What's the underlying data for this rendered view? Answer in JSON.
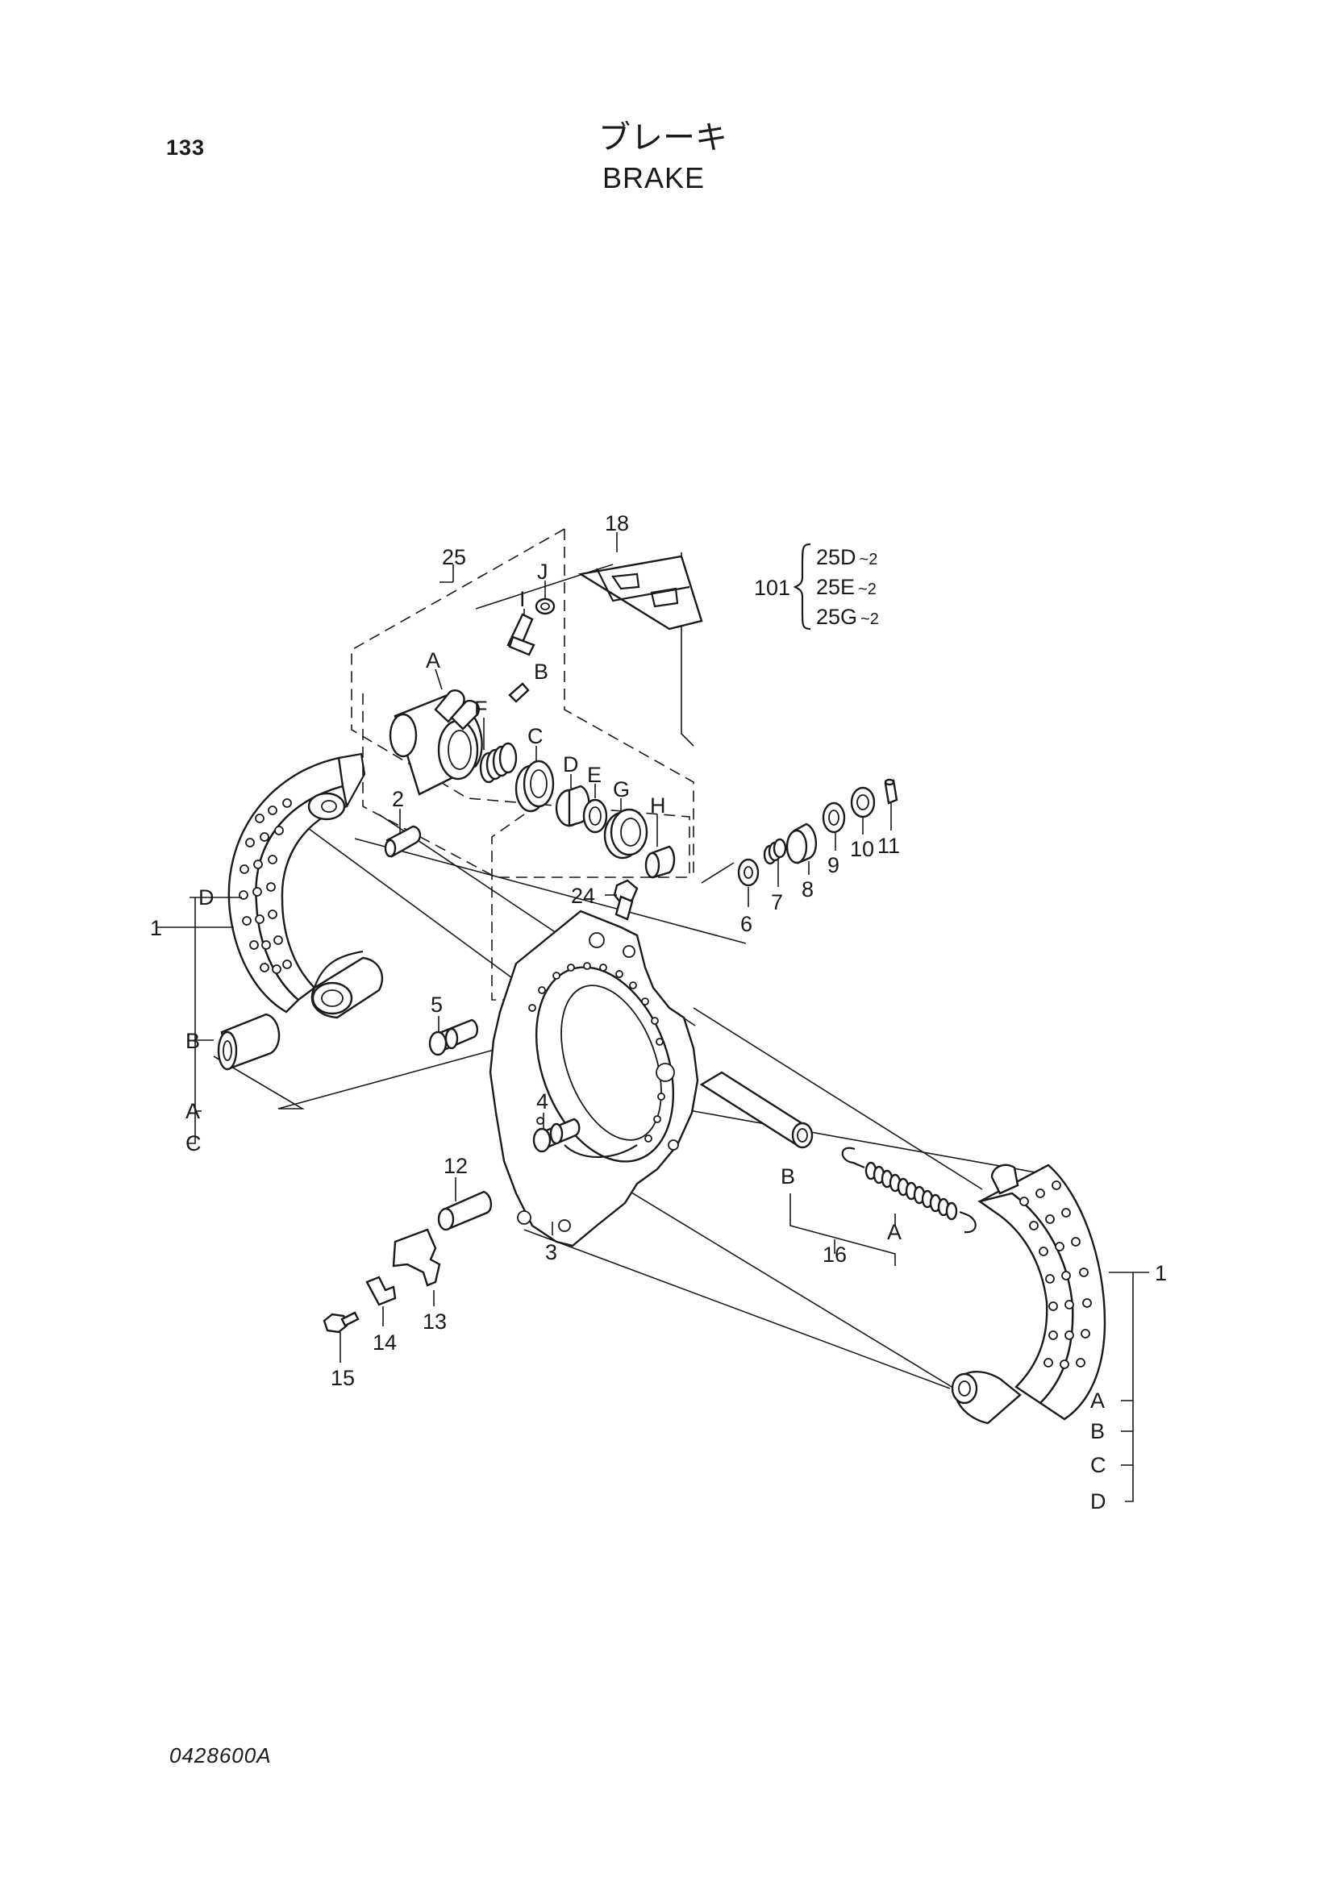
{
  "header": {
    "page_number": "133",
    "title_jp": "ブレーキ",
    "title_en": "BRAKE"
  },
  "footer": {
    "drawing_code": "0428600A"
  },
  "callouts": {
    "n1": "1",
    "n1b": "1",
    "n2": "2",
    "n3": "3",
    "n4": "4",
    "n5": "5",
    "n6": "6",
    "n7": "7",
    "n8": "8",
    "n9": "9",
    "n10": "10",
    "n11": "11",
    "n12": "12",
    "n13": "13",
    "n14": "14",
    "n15": "15",
    "n16": "16",
    "n18": "18",
    "n24": "24",
    "n25": "25",
    "n101": "101"
  },
  "cylinder_letters": {
    "A": "A",
    "B": "B",
    "C": "C",
    "D": "D",
    "E": "E",
    "F": "F",
    "G": "G",
    "H": "H",
    "I": "I",
    "J": "J"
  },
  "left_shoe_letters": {
    "D": "D",
    "B": "B",
    "A": "A",
    "C": "C"
  },
  "right_shoe_letters": {
    "A": "A",
    "B": "B",
    "C": "C",
    "D": "D"
  },
  "spring_letters": {
    "B": "B",
    "A": "A"
  },
  "kit_101": [
    {
      "code": "25D",
      "qty": "~2"
    },
    {
      "code": "25E",
      "qty": "~2"
    },
    {
      "code": "25G",
      "qty": "~2"
    }
  ]
}
